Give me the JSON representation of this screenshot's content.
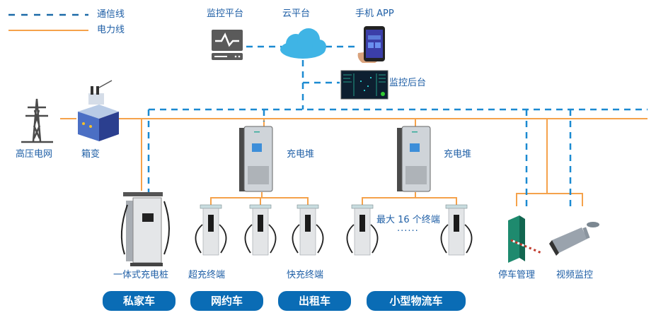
{
  "legend": {
    "comm_line": "通信线",
    "power_line": "电力线"
  },
  "colors": {
    "comm": "#1b8ad1",
    "power": "#f5a24b",
    "label": "#1f5fa6",
    "pill": "#0a6cb5"
  },
  "top": {
    "monitor_platform": "监控平台",
    "cloud_platform": "云平台",
    "mobile_app": "手机 APP",
    "monitor_backend": "监控后台"
  },
  "source": {
    "grid": "高压电网",
    "transformer": "箱变"
  },
  "stations": {
    "stack_1": "充电堆",
    "stack_2": "充电堆",
    "integrated_pile": "一体式充电桩",
    "super_terminal": "超充终端",
    "fast_terminal": "快充终端",
    "max_terminals": "最大 16 个终端",
    "ellipsis": "······"
  },
  "aux": {
    "parking": "停车管理",
    "video": "视频监控"
  },
  "categories": [
    "私家车",
    "网约车",
    "出租车",
    "小型物流车"
  ]
}
